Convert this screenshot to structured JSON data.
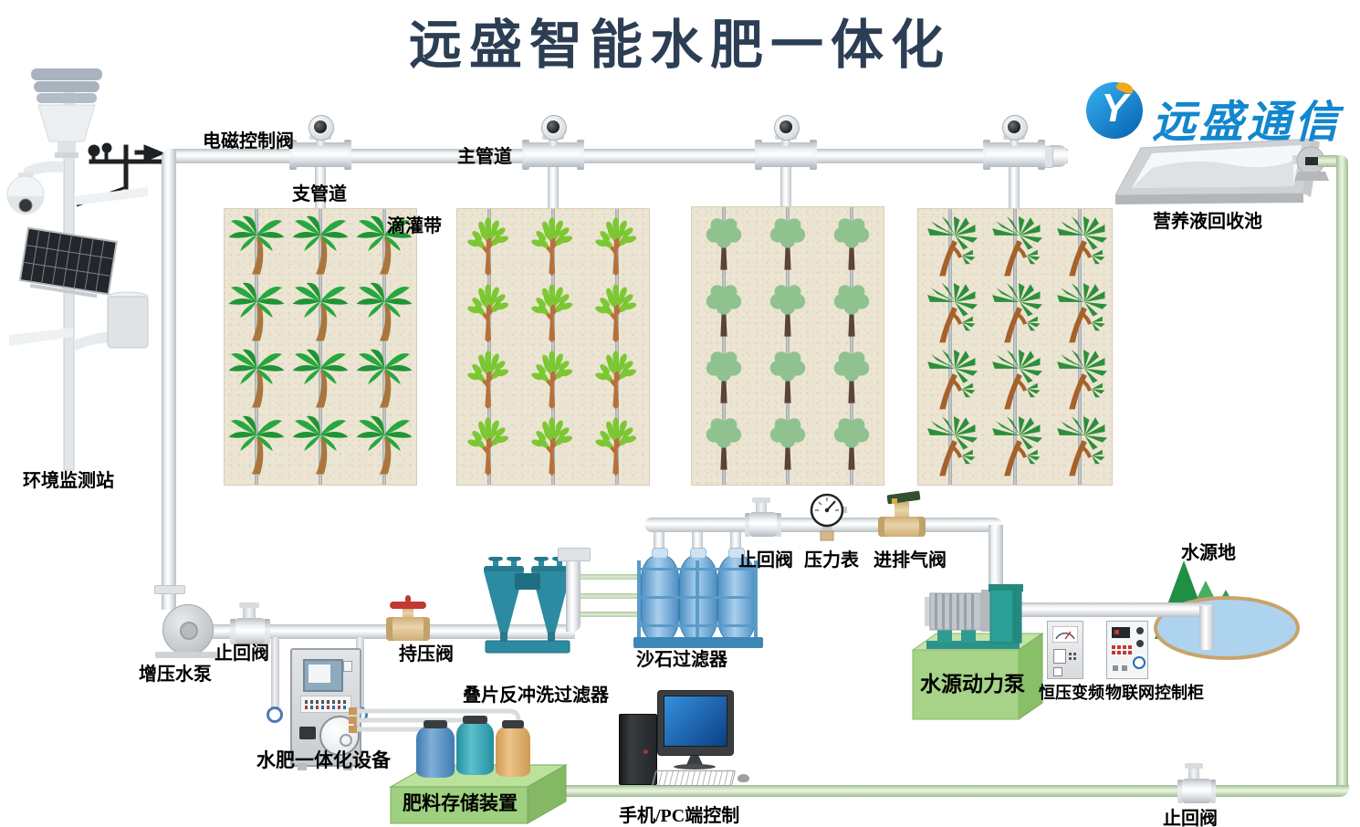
{
  "title": "远盛智能水肥一体化",
  "logo": {
    "mark": "Y",
    "brand": "远盛通信"
  },
  "labels": {
    "env_station": "环境监测站",
    "solenoid_valve": "电磁控制阀",
    "main_pipe": "主管道",
    "branch_pipe": "支管道",
    "drip_tape": "滴灌带",
    "recovery_pool": "营养液回收池",
    "booster_pump": "增压水泵",
    "check_valve_pump": "止回阀",
    "holding_valve": "持压阀",
    "disc_filter": "叠片反冲洗过滤器",
    "sand_filter": "沙石过滤器",
    "check_valve_line": "止回阀",
    "pressure_gauge": "压力表",
    "air_valve": "进排气阀",
    "source_pump": "水源动力泵",
    "vfd": "恒压变频",
    "iot_cabinet": "物联网控制柜",
    "water_source": "水源地",
    "fertigation_machine": "水肥一体化设备",
    "fertilizer_storage": "肥料存储装置",
    "pc_control": "手机/PC端控制",
    "check_valve_return": "止回阀"
  },
  "plots": [
    {
      "tree": "coconut-palm",
      "rows": 4,
      "cols": 3
    },
    {
      "tree": "sapling",
      "rows": 4,
      "cols": 3
    },
    {
      "tree": "round-canopy",
      "rows": 4,
      "cols": 3
    },
    {
      "tree": "fan-palm",
      "rows": 4,
      "cols": 3
    }
  ],
  "colors": {
    "title": "#2c3e54",
    "brand_blue": "#1287cd",
    "brand_yellow": "#f5a81c",
    "pipe_white": "#eef1f3",
    "pipe_green": "#cfe0c4",
    "soil": "#ece5d3",
    "filter_teal": "#2d8ba1",
    "tank_blue": "#5a9ed4",
    "platform_green": "#9fd07f",
    "pump_box_green": "#a6d387",
    "lake_blue": "#aed3ef"
  }
}
